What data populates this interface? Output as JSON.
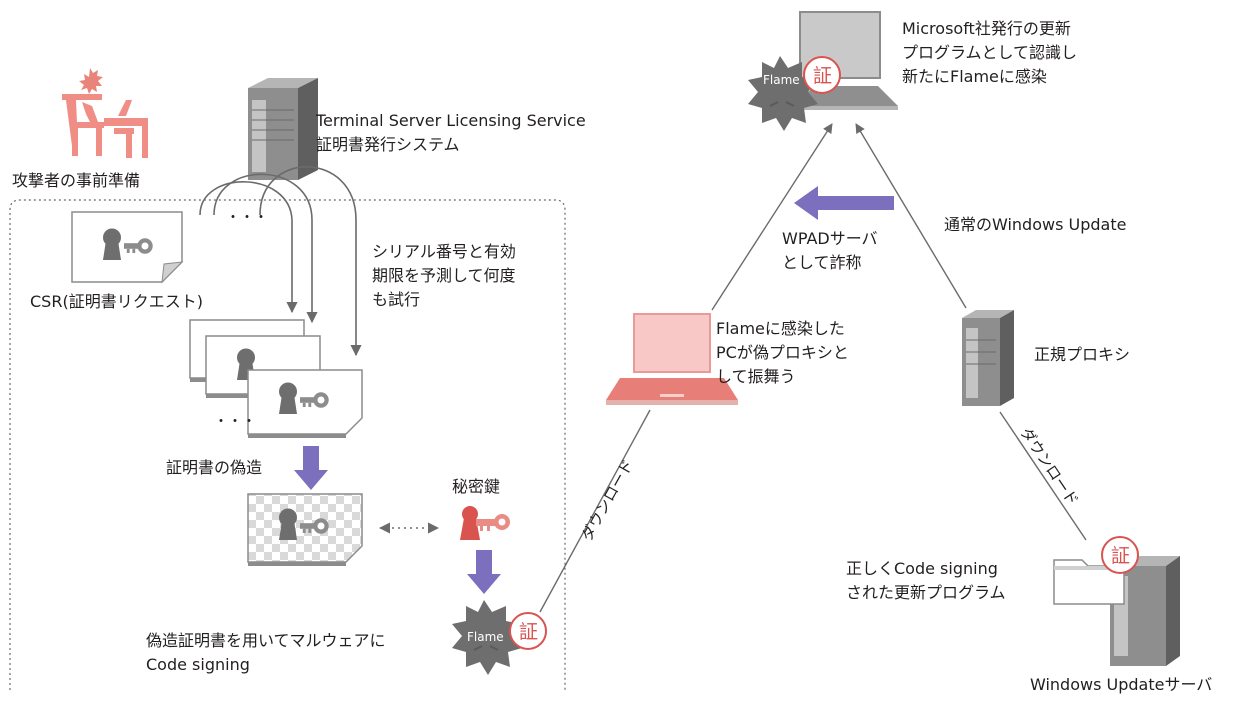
{
  "attacker_prep": "攻撃者の事前準備",
  "tsls": [
    "Terminal Server Licensing Service",
    "証明書発行システム"
  ],
  "csr": "CSR(証明書リクエスト)",
  "predict_serial": [
    "シリアル番号と有効",
    "期限を予測して何度",
    "も試行"
  ],
  "ellipsis": "・・・",
  "forge_cert": "証明書の偽造",
  "private_key": "秘密鍵",
  "code_signing": [
    "偽造証明書を用いてマルウェアに",
    "Code signing"
  ],
  "flame_label": "Flame",
  "cert_char": "証",
  "download": "ダウンロード",
  "infected_pc": [
    "Flameに感染した",
    "PCが偽プロキシと",
    "して振舞う"
  ],
  "wpad": [
    "WPADサーバ",
    "として詐称"
  ],
  "normal_update": "通常のWindows Update",
  "ms_update": [
    "Microsoft社発行の更新",
    "プログラムとして認識し",
    "新たにFlameに感染"
  ],
  "proxy": "正規プロキシ",
  "signed_program": [
    "正しくCode signing",
    "された更新プログラム"
  ],
  "wu_server": "Windows Updateサーバ",
  "colors": {
    "accent_red": "#d9534f",
    "pink": "#f5a5a0",
    "purple_arrow": "#7b6fbe",
    "gray": "#7a7a7a",
    "virus": "#6e6e6e"
  }
}
